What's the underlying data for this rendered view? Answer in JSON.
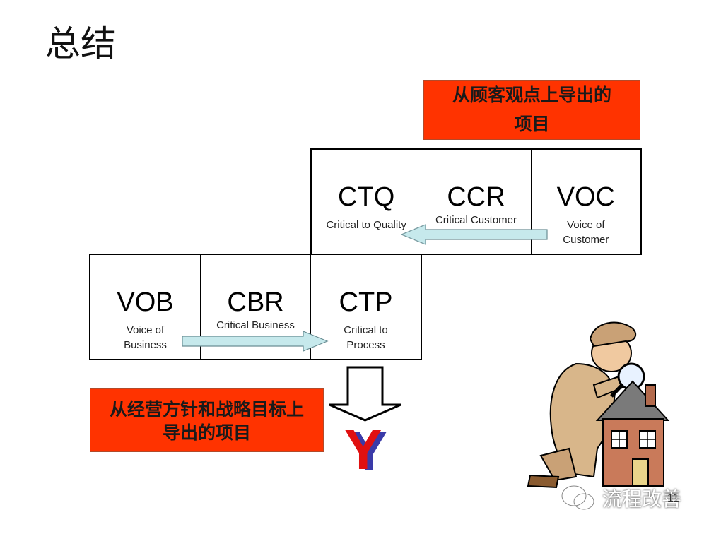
{
  "title": "总结",
  "top_banner": {
    "line1": "从顾客观点上导出的",
    "line2": "项目"
  },
  "bottom_banner": {
    "line1": "从经营方针和战略目标上",
    "line2": "导出的项目"
  },
  "upper_row": [
    {
      "abbr": "CTQ",
      "full": "Critical to Quality"
    },
    {
      "abbr": "CCR",
      "full": "Critical Customer"
    },
    {
      "abbr": "VOC",
      "full_line1": "Voice of",
      "full_line2": "Customer"
    }
  ],
  "lower_row": [
    {
      "abbr": "VOB",
      "full_line1": "Voice of",
      "full_line2": "Business"
    },
    {
      "abbr": "CBR",
      "full": "Critical Business"
    },
    {
      "abbr": "CTP",
      "full_line1": "Critical to",
      "full_line2": "Process"
    }
  ],
  "result_letter": "Y",
  "page_number": "11",
  "watermark_text": "流程改善",
  "colors": {
    "banner": "#ff3300",
    "arrow_fill": "#c6e9ec",
    "y_red": "#e01010",
    "y_blue": "#3a3aa8"
  }
}
